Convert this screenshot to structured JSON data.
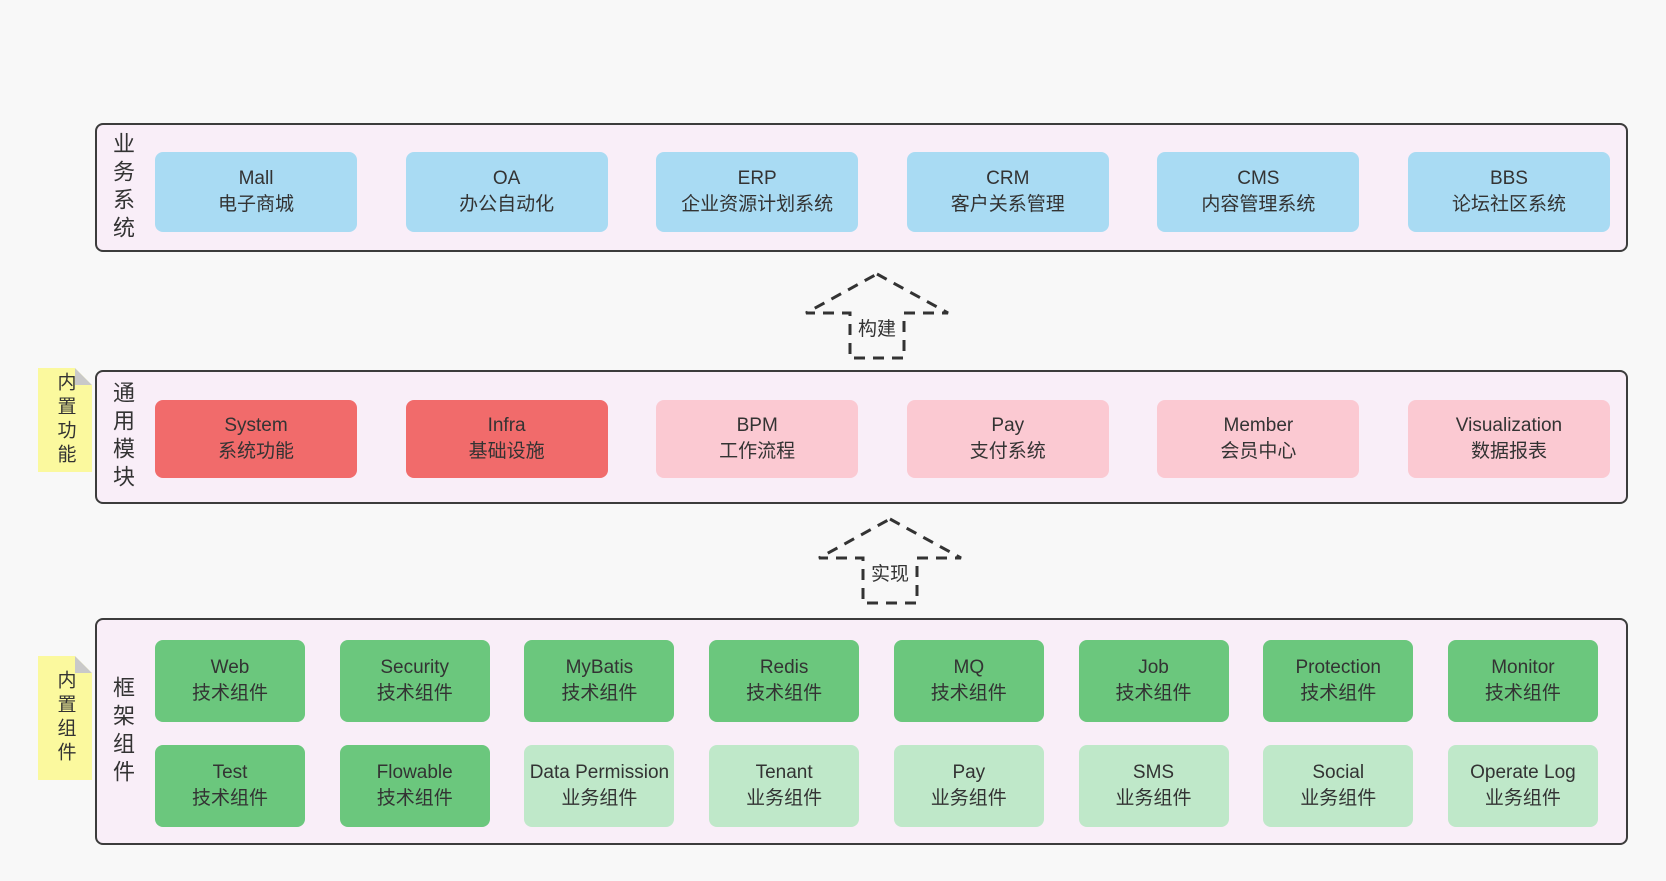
{
  "colors": {
    "page_bg": "#f8f8f8",
    "container_bg": "#f9eef8",
    "container_border": "#3c3c3c",
    "box_blue": "#a9dbf3",
    "box_red": "#f16b6b",
    "box_pink": "#fbc9d2",
    "box_green_dark": "#6bc77d",
    "box_green_light": "#bfe8c9",
    "note_yellow": "#fbf99e",
    "note_fold": "#c9c9c9",
    "text": "#333333",
    "arrow": "#333333"
  },
  "layers": [
    {
      "label": "业务系统",
      "boxes": [
        {
          "en": "Mall",
          "zh": "电子商城"
        },
        {
          "en": "OA",
          "zh": "办公自动化"
        },
        {
          "en": "ERP",
          "zh": "企业资源计划系统"
        },
        {
          "en": "CRM",
          "zh": "客户关系管理"
        },
        {
          "en": "CMS",
          "zh": "内容管理系统"
        },
        {
          "en": "BBS",
          "zh": "论坛社区系统"
        }
      ]
    },
    {
      "label": "通用模块",
      "note": "内置功能",
      "boxes": [
        {
          "en": "System",
          "zh": "系统功能"
        },
        {
          "en": "Infra",
          "zh": "基础设施"
        },
        {
          "en": "BPM",
          "zh": "工作流程"
        },
        {
          "en": "Pay",
          "zh": "支付系统"
        },
        {
          "en": "Member",
          "zh": "会员中心"
        },
        {
          "en": "Visualization",
          "zh": "数据报表"
        }
      ]
    },
    {
      "label": "框架组件",
      "note": "内置组件",
      "rows": [
        [
          {
            "en": "Web",
            "zh": "技术组件"
          },
          {
            "en": "Security",
            "zh": "技术组件"
          },
          {
            "en": "MyBatis",
            "zh": "技术组件"
          },
          {
            "en": "Redis",
            "zh": "技术组件"
          },
          {
            "en": "MQ",
            "zh": "技术组件"
          },
          {
            "en": "Job",
            "zh": "技术组件"
          },
          {
            "en": "Protection",
            "zh": "技术组件"
          },
          {
            "en": "Monitor",
            "zh": "技术组件"
          }
        ],
        [
          {
            "en": "Test",
            "zh": "技术组件"
          },
          {
            "en": "Flowable",
            "zh": "技术组件"
          },
          {
            "en": "Data Permission",
            "zh": "业务组件"
          },
          {
            "en": "Tenant",
            "zh": "业务组件"
          },
          {
            "en": "Pay",
            "zh": "业务组件"
          },
          {
            "en": "SMS",
            "zh": "业务组件"
          },
          {
            "en": "Social",
            "zh": "业务组件"
          },
          {
            "en": "Operate Log",
            "zh": "业务组件"
          }
        ]
      ]
    }
  ],
  "arrows": [
    {
      "label": "构建"
    },
    {
      "label": "实现"
    }
  ]
}
